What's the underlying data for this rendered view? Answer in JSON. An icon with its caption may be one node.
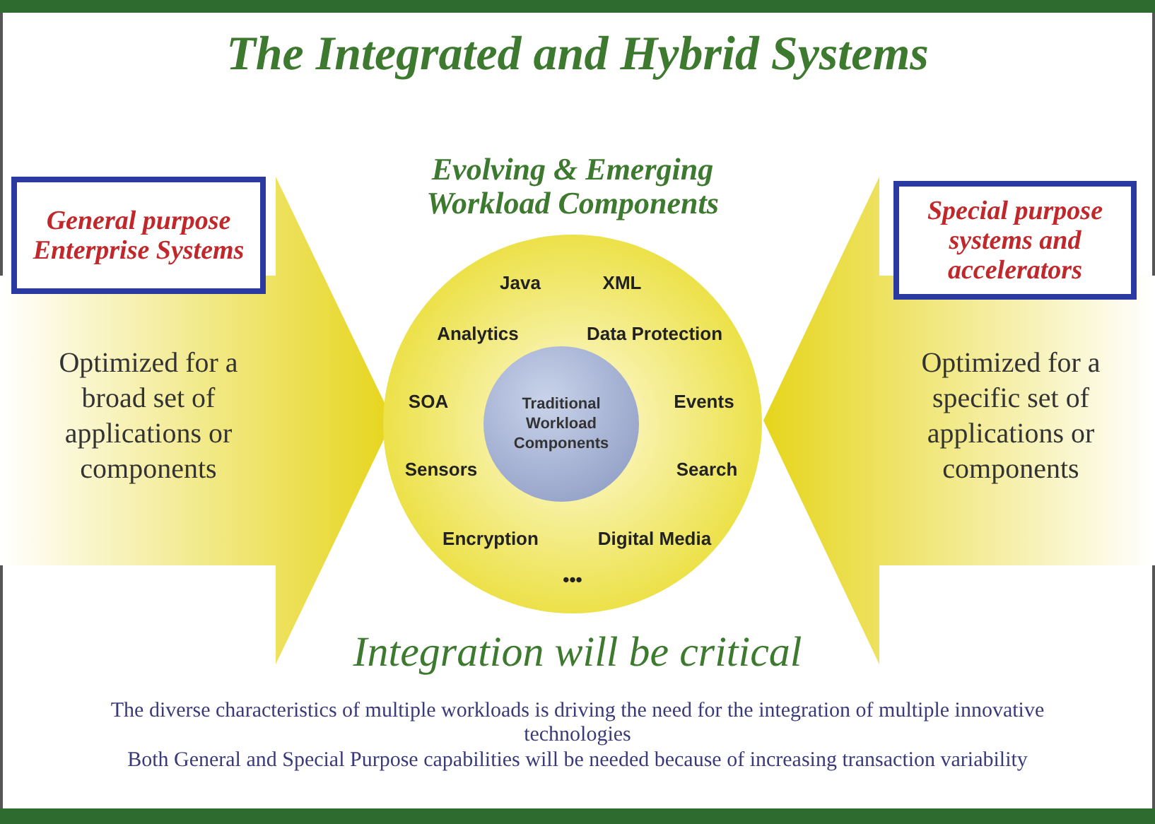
{
  "diagram": {
    "title": "The Integrated and Hybrid Systems",
    "nodes": [
      {
        "text": [
          "General purpose Enterprise Systems"
        ]
      },
      {
        "text": [
          "Optimized for a broad set of applications or components"
        ]
      },
      {
        "text": [
          "Evolving & Emerging Workload Components",
          "Java",
          "XML",
          "Analytics",
          "Data Protection",
          "SOA",
          "Events",
          "Sensors",
          "Search",
          "Encryption",
          "Digital Media",
          "•••"
        ]
      },
      {
        "text": [
          "Traditional Workload Components"
        ],
        "in": 2
      },
      {
        "text": [
          "Special purpose systems and accelerators"
        ]
      },
      {
        "text": [
          "Optimized for a specific set of applications or components"
        ]
      }
    ],
    "labels": [
      "Integration will be critical",
      "The diverse characteristics of multiple workloads is driving the need for the integration of multiple innovative technologies",
      "Both General and Special Purpose capabilities will be needed because of increasing transaction variability"
    ]
  }
}
